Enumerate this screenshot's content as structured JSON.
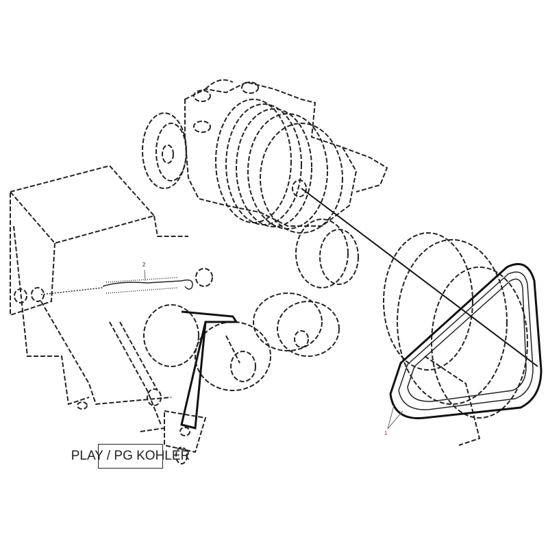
{
  "diagram": {
    "title": "PLAY / PG KOHLER",
    "callouts": [
      {
        "id": "1",
        "part": "belt",
        "color": "#c0304a"
      },
      {
        "id": "2",
        "part": "spring",
        "color": "#222222"
      }
    ]
  }
}
